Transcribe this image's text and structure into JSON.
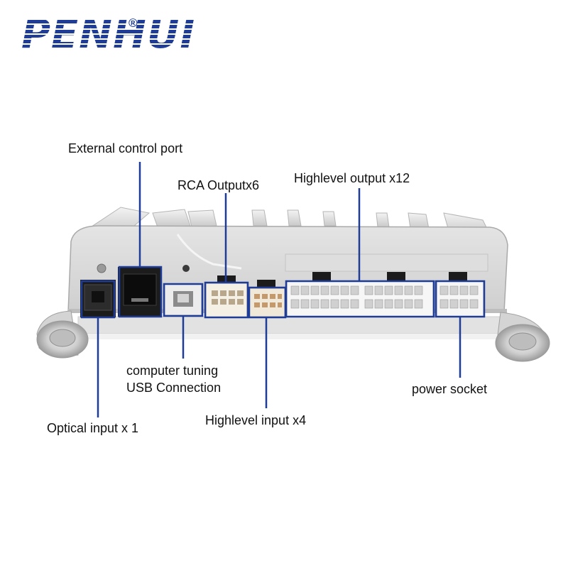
{
  "brand": {
    "name": "PENHUI",
    "mark": "®"
  },
  "colors": {
    "callout": "#1f3d97",
    "housing": "#d9d9d9",
    "logo": "#1f3d97"
  },
  "callouts": {
    "external_control": "External control port",
    "rca": "RCA Outputx6",
    "highlevel_out": "Highlevel output x12",
    "usb_line1": "computer tuning",
    "usb_line2": "USB Connection",
    "optical": "Optical input x 1",
    "highlevel_in": "Highlevel input x4",
    "power": "power socket"
  }
}
